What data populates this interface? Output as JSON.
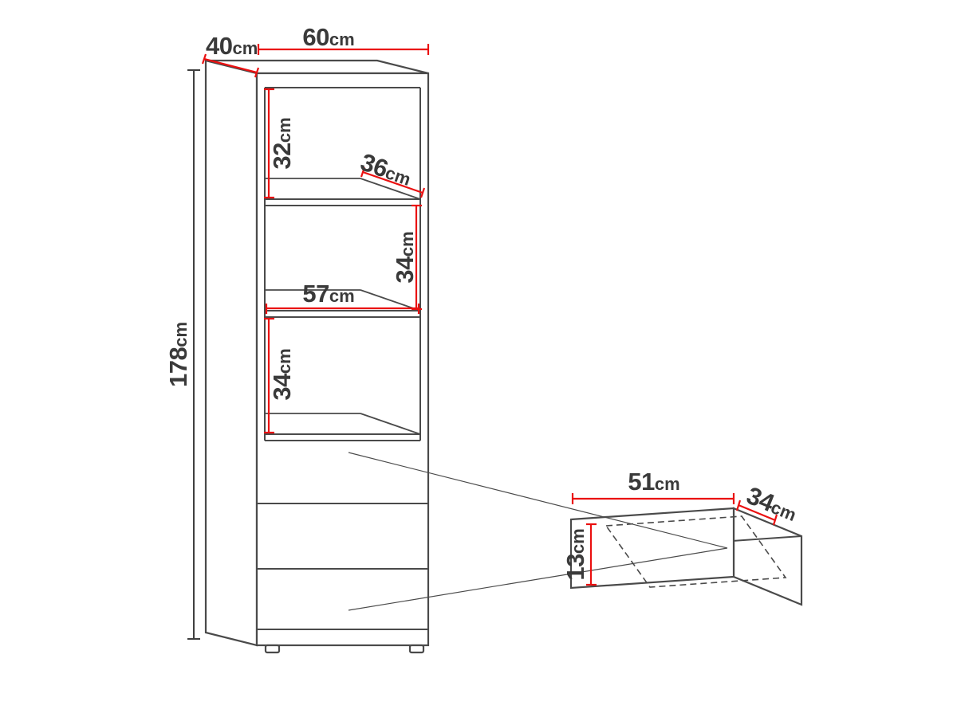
{
  "colors": {
    "accent_red": "#ea1010",
    "line_gray": "#4a4a4a",
    "text_dark": "#3a3a3a"
  },
  "cabinet": {
    "width": {
      "value": "60",
      "unit": "cm"
    },
    "depth": {
      "value": "40",
      "unit": "cm"
    },
    "height": {
      "value": "178",
      "unit": "cm"
    },
    "top_compartment_height": {
      "value": "32",
      "unit": "cm"
    },
    "shelf_depth": {
      "value": "36",
      "unit": "cm"
    },
    "middle_compartment_height": {
      "value": "34",
      "unit": "cm"
    },
    "interior_width": {
      "value": "57",
      "unit": "cm"
    },
    "lower_compartment_height": {
      "value": "34",
      "unit": "cm"
    }
  },
  "drawer": {
    "width": {
      "value": "51",
      "unit": "cm"
    },
    "depth": {
      "value": "34",
      "unit": "cm"
    },
    "front_height": {
      "value": "13",
      "unit": "cm"
    }
  }
}
